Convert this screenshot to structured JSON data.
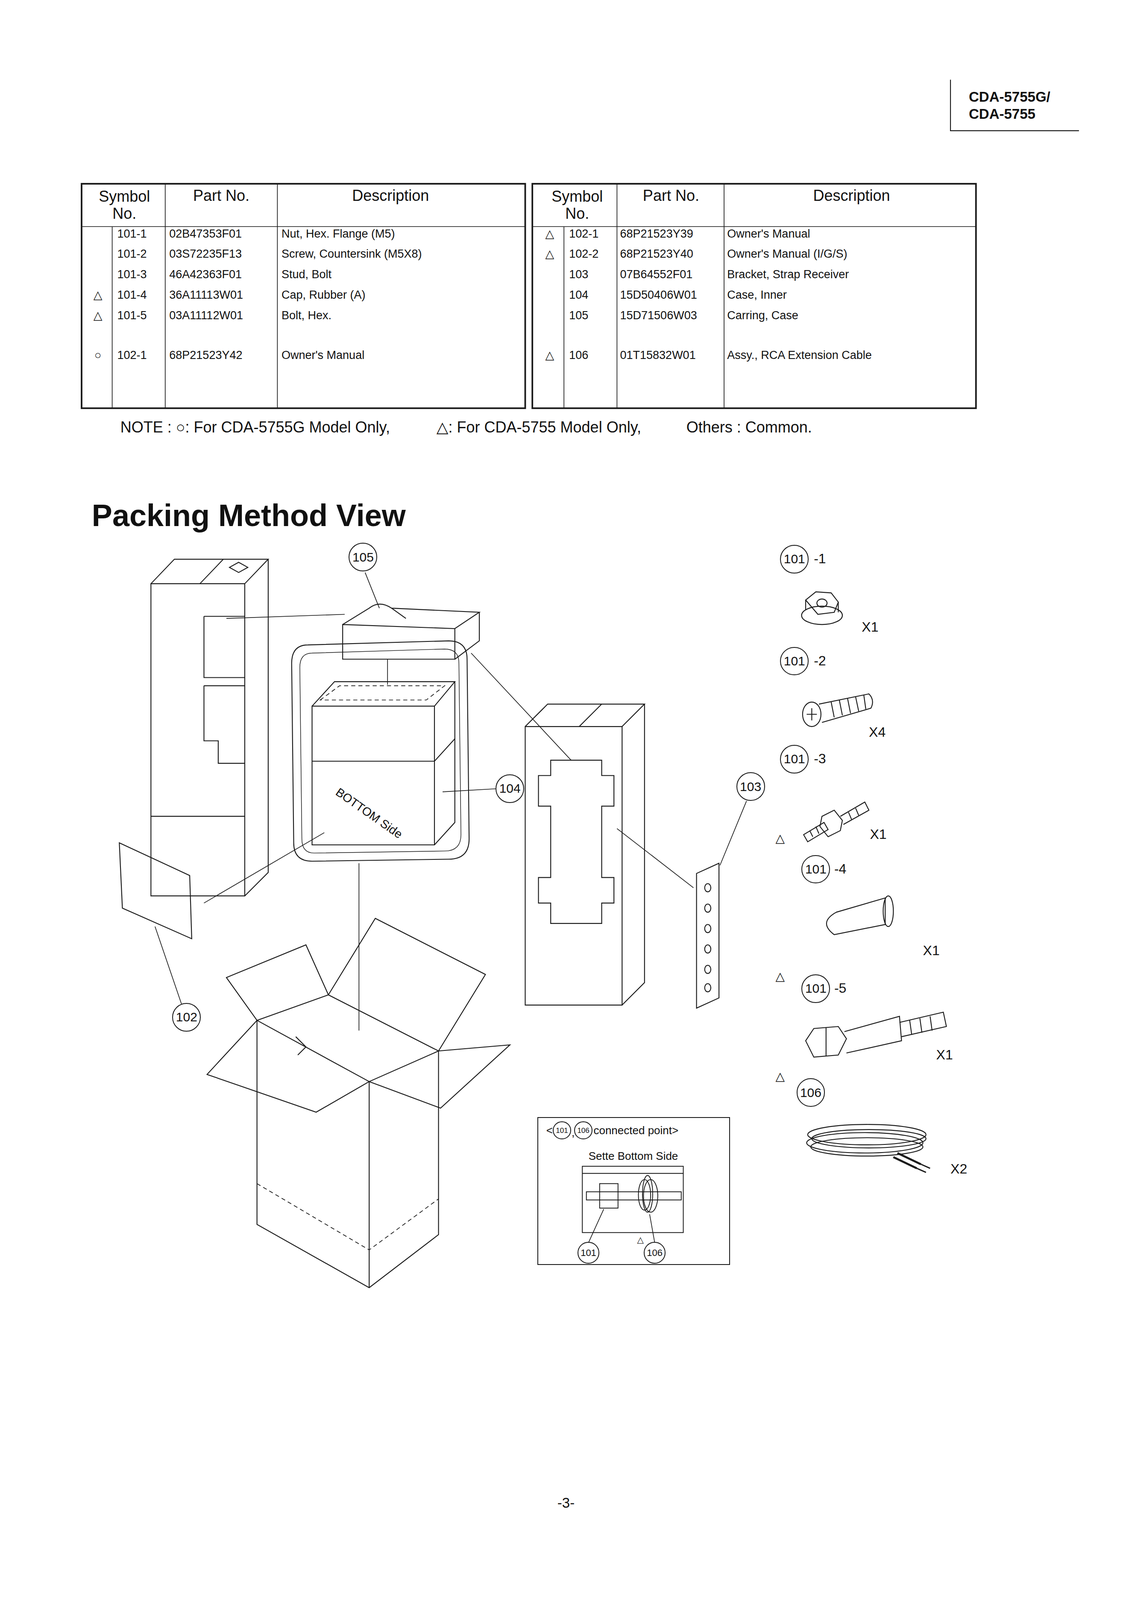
{
  "diagram": {
    "title": "Packing Method View",
    "nodes": [
      {
        "text": [
          "105"
        ]
      },
      {
        "text": [
          "101"
        ]
      },
      {
        "text": [
          "101"
        ]
      },
      {
        "text": [
          "101"
        ]
      },
      {
        "text": [
          "104"
        ]
      },
      {
        "text": [
          "103"
        ]
      },
      {
        "text": [
          "101"
        ]
      },
      {
        "text": [
          "102"
        ]
      },
      {
        "text": [
          "101"
        ]
      },
      {
        "text": [
          "106"
        ]
      },
      {
        "text": [
          "<",
          ",",
          "connected point>",
          "Sette Bottom Side"
        ]
      },
      {
        "text": [
          "101"
        ],
        "in": 10
      },
      {
        "text": [
          "106"
        ],
        "in": 10
      },
      {
        "text": [
          "101"
        ],
        "in": 10
      },
      {
        "text": [
          "106"
        ],
        "in": 10
      }
    ],
    "labels": [
      "CDA-5755G/",
      "CDA-5755",
      "Symbol No.",
      "Part No.",
      "Description",
      "101-1",
      "02B47353F01",
      "Nut, Hex. Flange (M5)",
      "101-2",
      "03S72235F13",
      "Screw, Countersink (M5X8)",
      "101-3",
      "46A42363F01",
      "Stud, Bolt",
      "△",
      "101-4",
      "36A11113W01",
      "Cap, Rubber (A)",
      "△",
      "101-5",
      "03A11112W01",
      "Bolt, Hex.",
      "○",
      "102-1",
      "68P21523Y42",
      "Owner's Manual",
      "Symbol No.",
      "Part No.",
      "Description",
      "△",
      "102-1",
      "68P21523Y39",
      "Owner's Manual",
      "△",
      "102-2",
      "68P21523Y40",
      "Owner's Manual (I/G/S)",
      "103",
      "07B64552F01",
      "Bracket, Strap Receiver",
      "104",
      "15D50406W01",
      "Case, Inner",
      "105",
      "15D71506W03",
      "Carring, Case",
      "△",
      "106",
      "01T15832W01",
      "Assy., RCA Extension Cable",
      "NOTE : ○: For CDA-5755G Model Only,",
      "△: For CDA-5755 Model Only,",
      "Others : Common.",
      "-1",
      "X1",
      "-2",
      "X4",
      "-3",
      "X1",
      "△",
      "-4",
      "X1",
      "△",
      "-5",
      "X1",
      "△",
      "X2",
      "BOTTOM Side",
      "△",
      "-3-"
    ]
  }
}
